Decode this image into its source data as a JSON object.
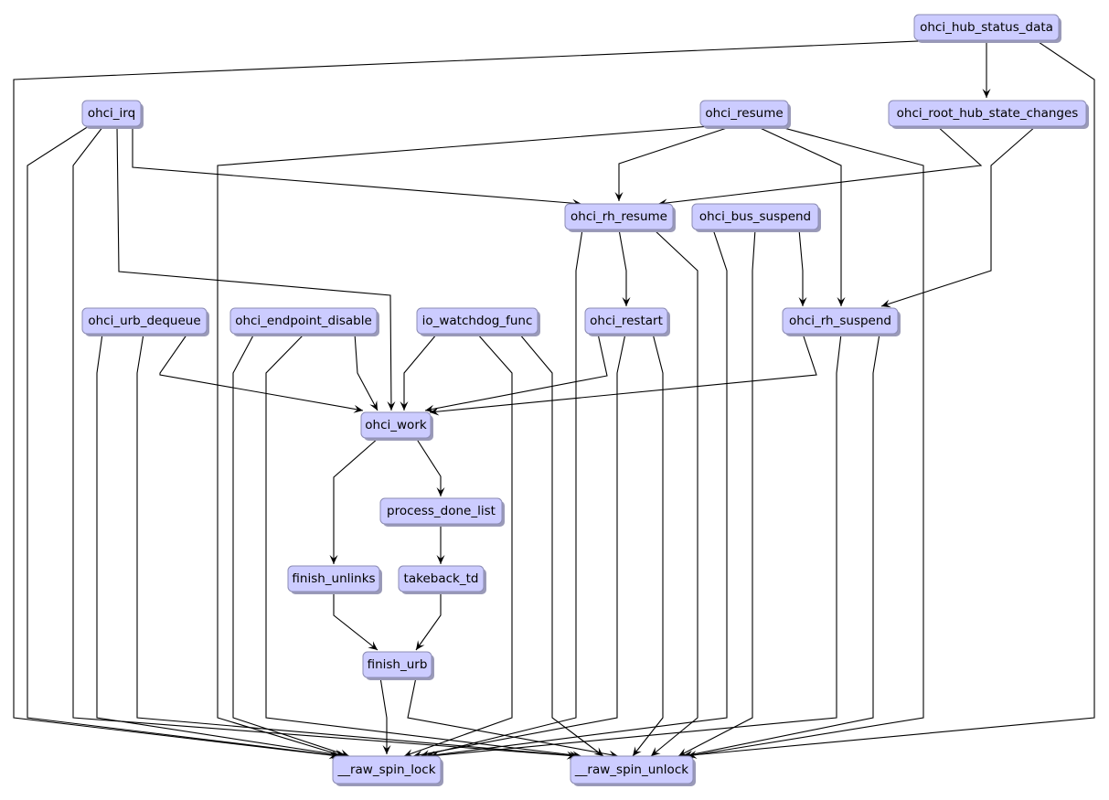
{
  "diagram": {
    "type": "call-graph",
    "colors": {
      "node_fill": "#ccccff",
      "node_border": "#8c8cb4",
      "edge": "#000000",
      "background": "#ffffff"
    },
    "nodes": [
      {
        "id": "ohci_hub_status_data",
        "label": "ohci_hub_status_data"
      },
      {
        "id": "ohci_irq",
        "label": "ohci_irq"
      },
      {
        "id": "ohci_resume",
        "label": "ohci_resume"
      },
      {
        "id": "ohci_root_hub_state_changes",
        "label": "ohci_root_hub_state_changes"
      },
      {
        "id": "ohci_rh_resume",
        "label": "ohci_rh_resume"
      },
      {
        "id": "ohci_bus_suspend",
        "label": "ohci_bus_suspend"
      },
      {
        "id": "ohci_urb_dequeue",
        "label": "ohci_urb_dequeue"
      },
      {
        "id": "ohci_endpoint_disable",
        "label": "ohci_endpoint_disable"
      },
      {
        "id": "io_watchdog_func",
        "label": "io_watchdog_func"
      },
      {
        "id": "ohci_restart",
        "label": "ohci_restart"
      },
      {
        "id": "ohci_rh_suspend",
        "label": "ohci_rh_suspend"
      },
      {
        "id": "ohci_work",
        "label": "ohci_work"
      },
      {
        "id": "process_done_list",
        "label": "process_done_list"
      },
      {
        "id": "finish_unlinks",
        "label": "finish_unlinks"
      },
      {
        "id": "takeback_td",
        "label": "takeback_td"
      },
      {
        "id": "finish_urb",
        "label": "finish_urb"
      },
      {
        "id": "__raw_spin_lock",
        "label": "__raw_spin_lock"
      },
      {
        "id": "__raw_spin_unlock",
        "label": "__raw_spin_unlock"
      }
    ],
    "edges": [
      {
        "from": "ohci_hub_status_data",
        "to": "ohci_root_hub_state_changes"
      },
      {
        "from": "ohci_hub_status_data",
        "to": "__raw_spin_lock"
      },
      {
        "from": "ohci_hub_status_data",
        "to": "__raw_spin_unlock"
      },
      {
        "from": "ohci_irq",
        "to": "ohci_rh_resume"
      },
      {
        "from": "ohci_irq",
        "to": "ohci_work"
      },
      {
        "from": "ohci_irq",
        "to": "__raw_spin_lock"
      },
      {
        "from": "ohci_irq",
        "to": "__raw_spin_unlock"
      },
      {
        "from": "ohci_resume",
        "to": "ohci_rh_resume"
      },
      {
        "from": "ohci_resume",
        "to": "ohci_rh_suspend"
      },
      {
        "from": "ohci_resume",
        "to": "__raw_spin_lock"
      },
      {
        "from": "ohci_resume",
        "to": "__raw_spin_unlock"
      },
      {
        "from": "ohci_root_hub_state_changes",
        "to": "ohci_rh_resume"
      },
      {
        "from": "ohci_root_hub_state_changes",
        "to": "ohci_rh_suspend"
      },
      {
        "from": "ohci_rh_resume",
        "to": "ohci_restart"
      },
      {
        "from": "ohci_rh_resume",
        "to": "__raw_spin_lock"
      },
      {
        "from": "ohci_rh_resume",
        "to": "__raw_spin_unlock"
      },
      {
        "from": "ohci_bus_suspend",
        "to": "ohci_rh_suspend"
      },
      {
        "from": "ohci_bus_suspend",
        "to": "__raw_spin_lock"
      },
      {
        "from": "ohci_bus_suspend",
        "to": "__raw_spin_unlock"
      },
      {
        "from": "ohci_urb_dequeue",
        "to": "ohci_work"
      },
      {
        "from": "ohci_urb_dequeue",
        "to": "__raw_spin_lock"
      },
      {
        "from": "ohci_urb_dequeue",
        "to": "__raw_spin_unlock"
      },
      {
        "from": "ohci_endpoint_disable",
        "to": "ohci_work"
      },
      {
        "from": "ohci_endpoint_disable",
        "to": "__raw_spin_lock"
      },
      {
        "from": "ohci_endpoint_disable",
        "to": "__raw_spin_unlock"
      },
      {
        "from": "io_watchdog_func",
        "to": "ohci_work"
      },
      {
        "from": "io_watchdog_func",
        "to": "__raw_spin_lock"
      },
      {
        "from": "io_watchdog_func",
        "to": "__raw_spin_unlock"
      },
      {
        "from": "ohci_restart",
        "to": "ohci_work"
      },
      {
        "from": "ohci_restart",
        "to": "__raw_spin_lock"
      },
      {
        "from": "ohci_restart",
        "to": "__raw_spin_unlock"
      },
      {
        "from": "ohci_rh_suspend",
        "to": "ohci_work"
      },
      {
        "from": "ohci_rh_suspend",
        "to": "__raw_spin_lock"
      },
      {
        "from": "ohci_rh_suspend",
        "to": "__raw_spin_unlock"
      },
      {
        "from": "ohci_work",
        "to": "process_done_list"
      },
      {
        "from": "ohci_work",
        "to": "finish_unlinks"
      },
      {
        "from": "process_done_list",
        "to": "takeback_td"
      },
      {
        "from": "finish_unlinks",
        "to": "finish_urb"
      },
      {
        "from": "takeback_td",
        "to": "finish_urb"
      },
      {
        "from": "finish_urb",
        "to": "__raw_spin_lock"
      },
      {
        "from": "finish_urb",
        "to": "__raw_spin_unlock"
      }
    ]
  }
}
